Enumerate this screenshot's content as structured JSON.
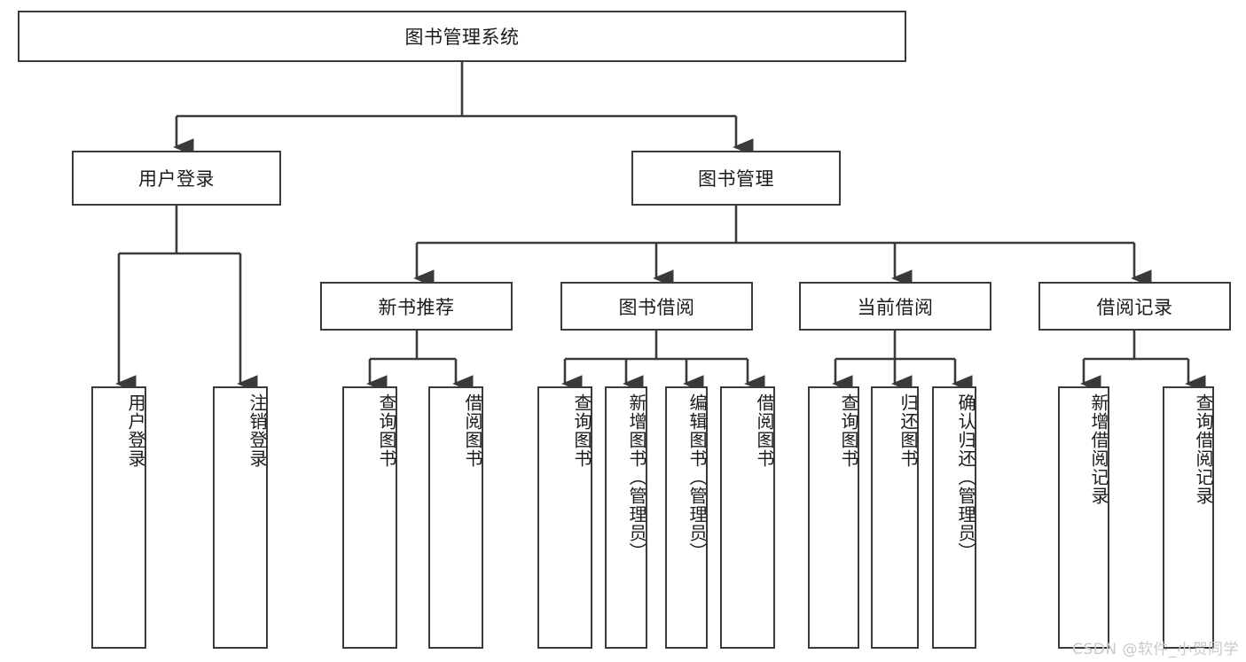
{
  "diagram": {
    "type": "tree-flowchart",
    "title": "图书管理系统",
    "background_color": "#ffffff",
    "line_color": "#3a3a3a",
    "text_color": "#1b1b1b",
    "root": {
      "label": "图书管理系统"
    },
    "level1": [
      {
        "label": "用户登录"
      },
      {
        "label": "图书管理"
      }
    ],
    "level2": [
      {
        "label": "新书推荐"
      },
      {
        "label": "图书借阅"
      },
      {
        "label": "当前借阅"
      },
      {
        "label": "借阅记录"
      }
    ],
    "leaves": {
      "user_login": [
        {
          "label": "用户登录"
        },
        {
          "label": "注销登录"
        }
      ],
      "new_book_recommend": [
        {
          "label": "查询图书"
        },
        {
          "label": "借阅图书"
        }
      ],
      "book_borrow": [
        {
          "label": "查询图书"
        },
        {
          "label": "新增图书（管理员）"
        },
        {
          "label": "编辑图书（管理员）"
        },
        {
          "label": "借阅图书"
        }
      ],
      "current_borrow": [
        {
          "label": "查询图书"
        },
        {
          "label": "归还图书"
        },
        {
          "label": "确认归还（管理员）"
        }
      ],
      "borrow_record": [
        {
          "label": "新增借阅记录"
        },
        {
          "label": "查询借阅记录"
        }
      ]
    },
    "watermark": "CSDN @软件_小贺同学"
  }
}
